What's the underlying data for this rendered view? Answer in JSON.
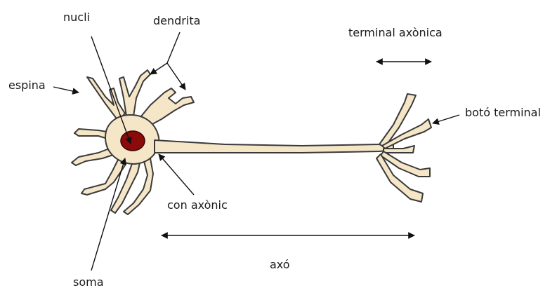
{
  "labels": {
    "nucli": "nucli",
    "dendrita": "dendrita",
    "espina": "espina",
    "terminal_axonica": "terminal axònica",
    "boto_terminal": "botó terminal",
    "con_axonic": "con axònic",
    "axo": "axó",
    "soma": "soma"
  },
  "colors": {
    "cell_fill": "#f5e6c8",
    "outline": "#3a3a3a",
    "nucleus": "#8b0a0a",
    "background": "#ffffff"
  }
}
